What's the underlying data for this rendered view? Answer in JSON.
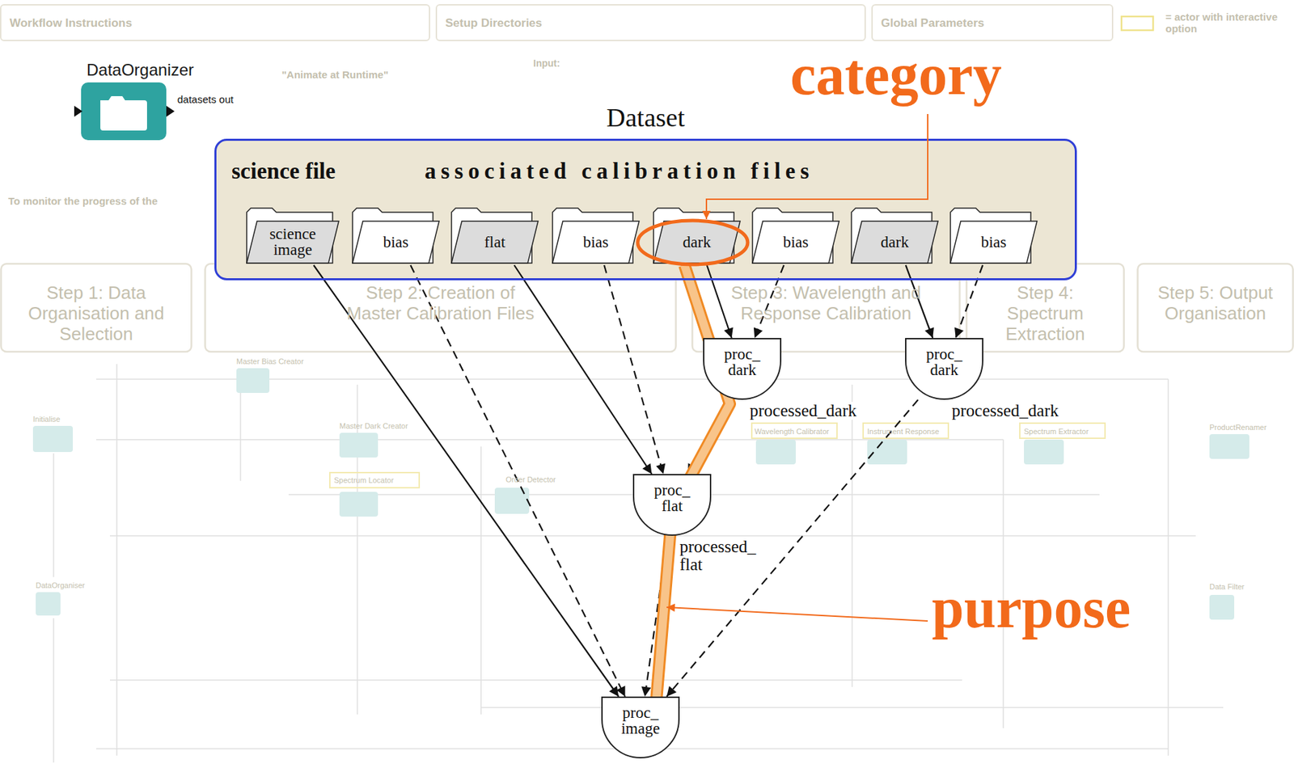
{
  "diagram": {
    "nodes": [
      {
        "text": [
          "Workflow Instructions"
        ]
      },
      {
        "text": [
          "Setup Directories"
        ]
      },
      {
        "text": [
          "Global Parameters"
        ]
      },
      {
        "text": [
          "DataOrganizer"
        ]
      },
      {
        "text": [
          "Dataset",
          "science file",
          "associated calibration files"
        ]
      },
      {
        "text": [
          "science image"
        ],
        "in": 4
      },
      {
        "text": [
          "bias"
        ],
        "in": 4
      },
      {
        "text": [
          "flat"
        ],
        "in": 4
      },
      {
        "text": [
          "bias"
        ],
        "in": 4
      },
      {
        "text": [
          "dark"
        ],
        "in": 4
      },
      {
        "text": [
          "bias"
        ],
        "in": 4
      },
      {
        "text": [
          "dark"
        ],
        "in": 4
      },
      {
        "text": [
          "bias"
        ],
        "in": 4
      },
      {
        "text": [
          "Step 1: Data Organisation and Selection"
        ]
      },
      {
        "text": [
          "Step 2: Creation of Master Calibration Files"
        ]
      },
      {
        "text": [
          "Step 3: Wavelength and Response Calibration"
        ]
      },
      {
        "text": [
          "Step 4: Spectrum Extraction"
        ]
      },
      {
        "text": [
          "Step 5: Output Organisation"
        ]
      },
      {
        "text": [
          "proc_ dark"
        ]
      },
      {
        "text": [
          "proc_ dark"
        ]
      },
      {
        "text": [
          "proc_ flat"
        ]
      },
      {
        "text": [
          "proc_ image"
        ]
      }
    ],
    "edges": [
      {
        "from": 5,
        "to": 21,
        "arrow": "to"
      },
      {
        "from": 6,
        "to": 21,
        "arrow": "to"
      },
      {
        "from": 7,
        "to": 20,
        "arrow": "to"
      },
      {
        "from": 8,
        "to": 20,
        "arrow": "to"
      },
      {
        "from": 9,
        "to": 18,
        "arrow": "to"
      },
      {
        "from": 10,
        "to": 18,
        "arrow": "to"
      },
      {
        "from": 11,
        "to": 19,
        "arrow": "to"
      },
      {
        "from": 12,
        "to": 19,
        "arrow": "to"
      },
      {
        "from": 18,
        "to": 20,
        "label": "processed_dark",
        "arrow": "to"
      },
      {
        "from": 19,
        "to": 21,
        "label": "processed_dark",
        "arrow": "to"
      },
      {
        "from": 20,
        "to": 21,
        "label": "processed_ flat",
        "arrow": "to"
      }
    ],
    "labels": [
      "Input:",
      "\"Animate at Runtime\"",
      "category",
      "datasets out",
      "To monitor the progress of the",
      "Master Bias Creator",
      "Initialise",
      "Master Dark Creator",
      "Wavelength Calibrator",
      "Instrument Response",
      "Spectrum Extractor",
      "ProductRenamer",
      "Spectrum Locator",
      "Order Detector",
      "purpose",
      "DataOrganiser",
      "Data Filter"
    ],
    "legend": [
      {
        "text": "= actor with interactive option"
      }
    ]
  }
}
